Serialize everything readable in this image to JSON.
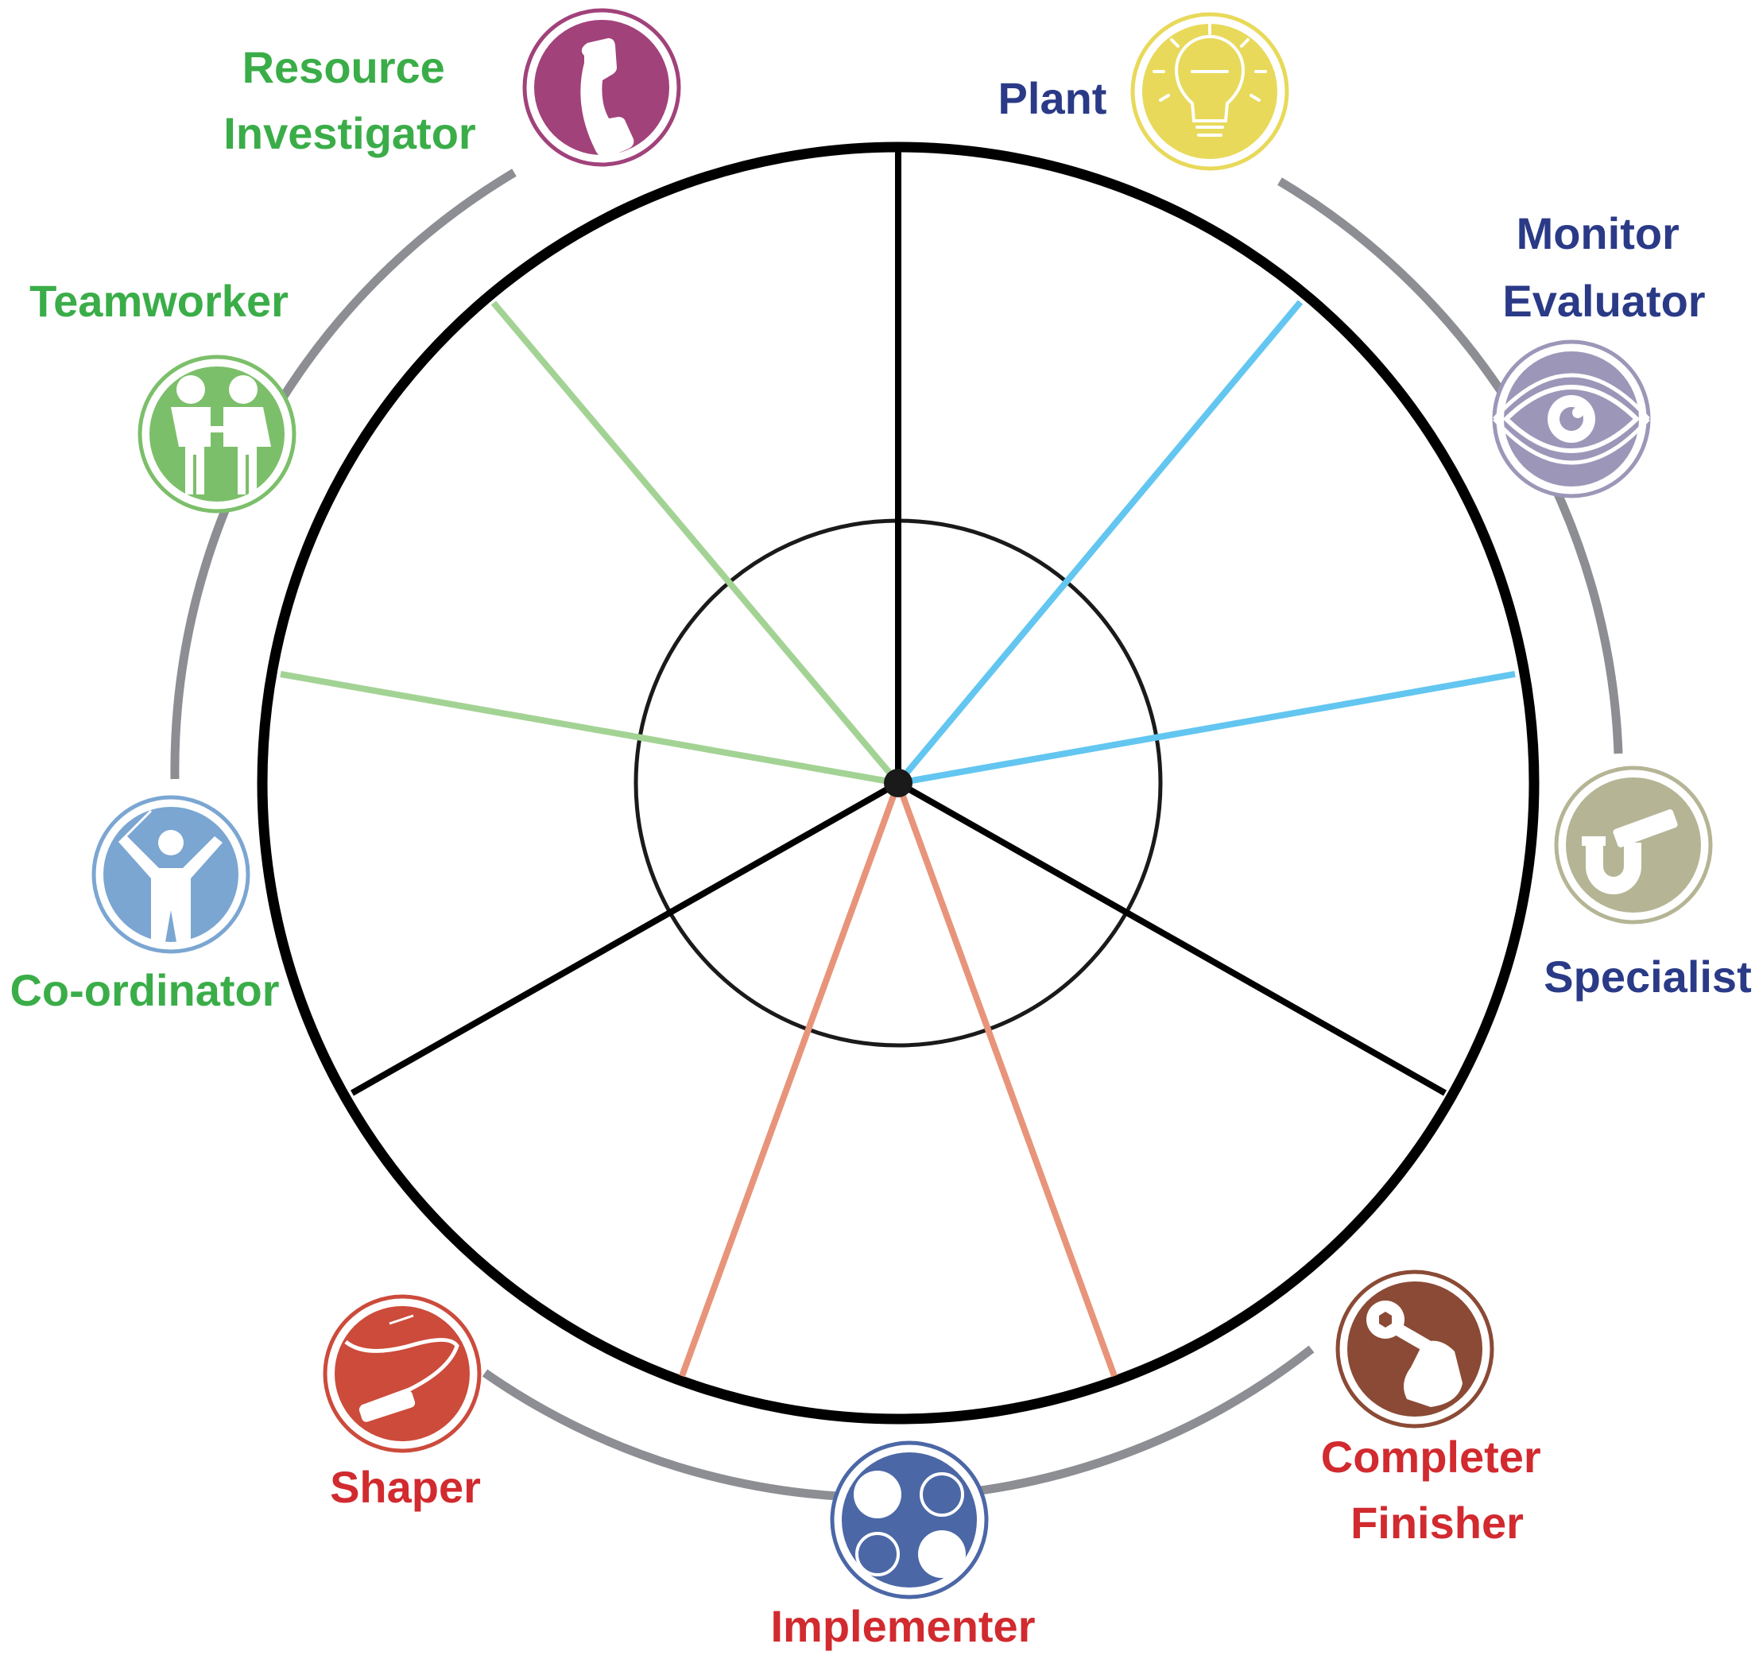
{
  "roles": [
    {
      "key": "resource-investigator",
      "lines": [
        "Resource",
        "Investigator"
      ],
      "icon": "telephone-icon",
      "icon_color": "#a1427a",
      "label_color": "#3aad48"
    },
    {
      "key": "plant",
      "lines": [
        "Plant"
      ],
      "icon": "lightbulb-icon",
      "icon_color": "#e8d95a",
      "label_color": "#2a3a87"
    },
    {
      "key": "monitor-evaluator",
      "lines": [
        "Monitor",
        "Evaluator"
      ],
      "icon": "eye-icon",
      "icon_color": "#9c97b8",
      "label_color": "#2a3a87"
    },
    {
      "key": "specialist",
      "lines": [
        "Specialist"
      ],
      "icon": "micrometer-icon",
      "icon_color": "#b5b596",
      "label_color": "#2a3a87"
    },
    {
      "key": "completer-finisher",
      "lines": [
        "Completer",
        "Finisher"
      ],
      "icon": "wrench-in-hand-icon",
      "icon_color": "#8b4a35",
      "label_color": "#d12a2f"
    },
    {
      "key": "implementer",
      "lines": [
        "Implementer"
      ],
      "icon": "gears-icon",
      "icon_color": "#4b67a6",
      "label_color": "#d12a2f"
    },
    {
      "key": "shaper",
      "lines": [
        "Shaper"
      ],
      "icon": "whip-icon",
      "icon_color": "#cc4b3b",
      "label_color": "#d12a2f"
    },
    {
      "key": "co-ordinator",
      "lines": [
        "Co-ordinator"
      ],
      "icon": "conductor-icon",
      "icon_color": "#7ba6d2",
      "label_color": "#3aad48"
    },
    {
      "key": "teamworker",
      "lines": [
        "Teamworker"
      ],
      "icon": "holding-hands-icon",
      "icon_color": "#7cbf6a",
      "label_color": "#3aad48"
    }
  ],
  "colors": {
    "wheel": "#000000",
    "arc": "#8d8e93",
    "social_spokes": "#a3d394",
    "thinking_spokes": "#62c6f0",
    "action_spokes": "#e8947a"
  }
}
